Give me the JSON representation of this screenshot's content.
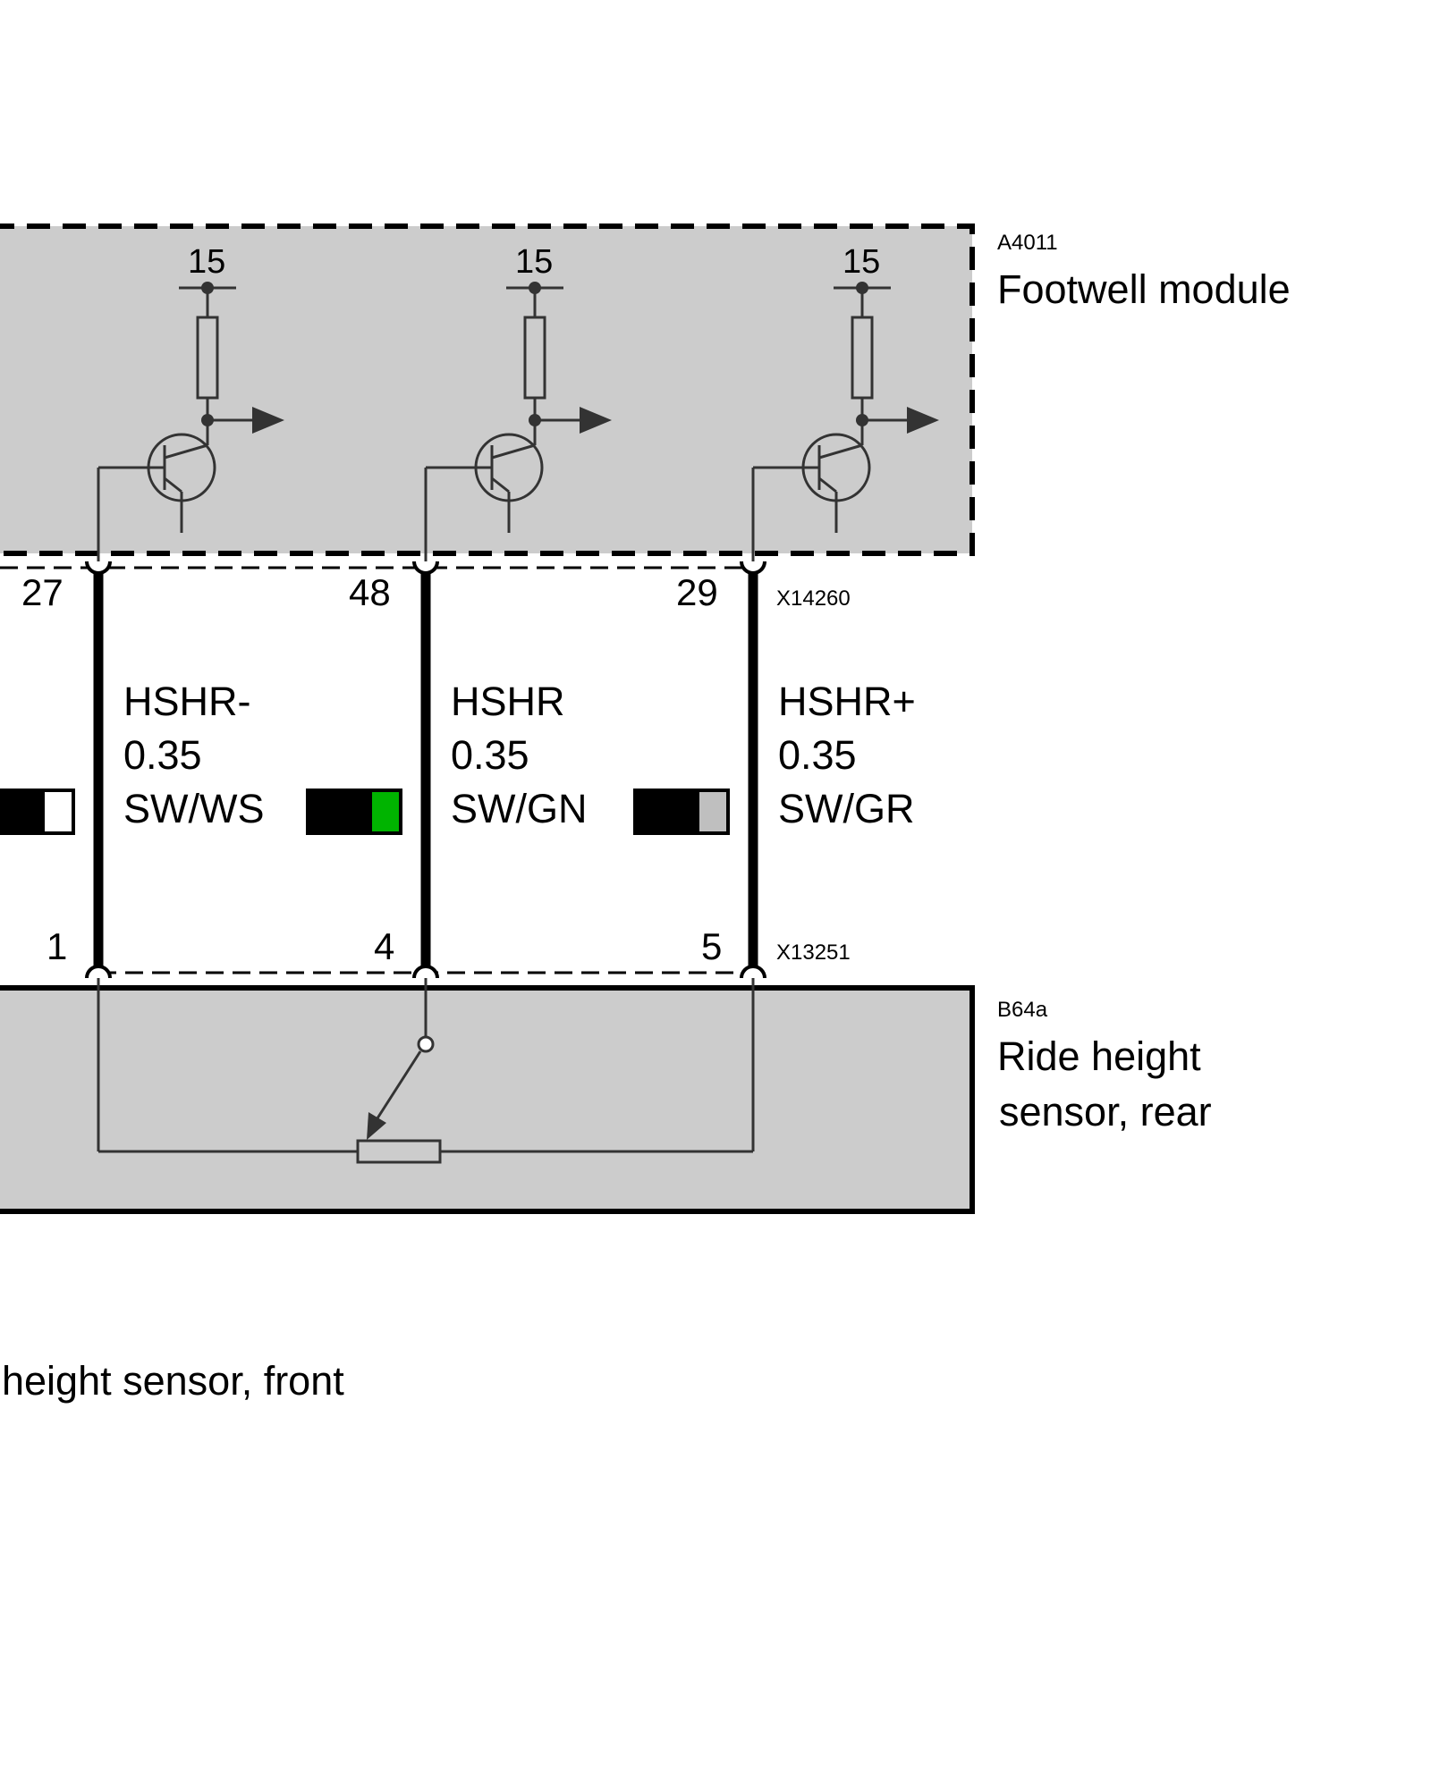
{
  "module": {
    "id": "A4011",
    "name": "Footwell module",
    "supply_label": "15"
  },
  "connector_top": "X14260",
  "connector_bottom": "X13251",
  "wires": [
    {
      "pin_top": "27",
      "pin_bottom": "1",
      "signal": "HSHR-",
      "size": "0.35",
      "color_code": "SW/WS",
      "swatch": [
        "#000000",
        "#ffffff"
      ]
    },
    {
      "pin_top": "48",
      "pin_bottom": "4",
      "signal": "HSHR",
      "size": "0.35",
      "color_code": "SW/GN",
      "swatch": [
        "#000000",
        "#00b400"
      ]
    },
    {
      "pin_top": "29",
      "pin_bottom": "5",
      "signal": "HSHR+",
      "size": "0.35",
      "color_code": "SW/GR",
      "swatch": [
        "#000000",
        "#bfbfbf"
      ]
    }
  ],
  "sensor": {
    "id": "B64a",
    "name_line1": "Ride height",
    "name_line2": "sensor, rear"
  },
  "bottom_note": "height sensor, front",
  "colors": {
    "module_fill": "#cccccc",
    "wire": "#000000",
    "circuit": "#333333"
  }
}
